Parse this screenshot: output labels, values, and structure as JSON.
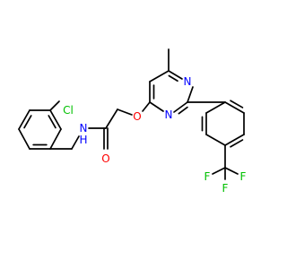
{
  "molecule": {
    "colors": {
      "bond": "#000000",
      "chlorine": "#00c000",
      "nitrogen": "#0000ff",
      "oxygen": "#ff0000",
      "fluorine": "#00c000",
      "carbon": "#000000"
    },
    "labels": {
      "cl": "Cl",
      "nh": "N",
      "nh_h": "H",
      "o_carbonyl": "O",
      "o_ether": "O",
      "n_ring_top": "N",
      "n_ring_bottom": "N",
      "f1": "F",
      "f2": "F",
      "f3": "F"
    }
  }
}
